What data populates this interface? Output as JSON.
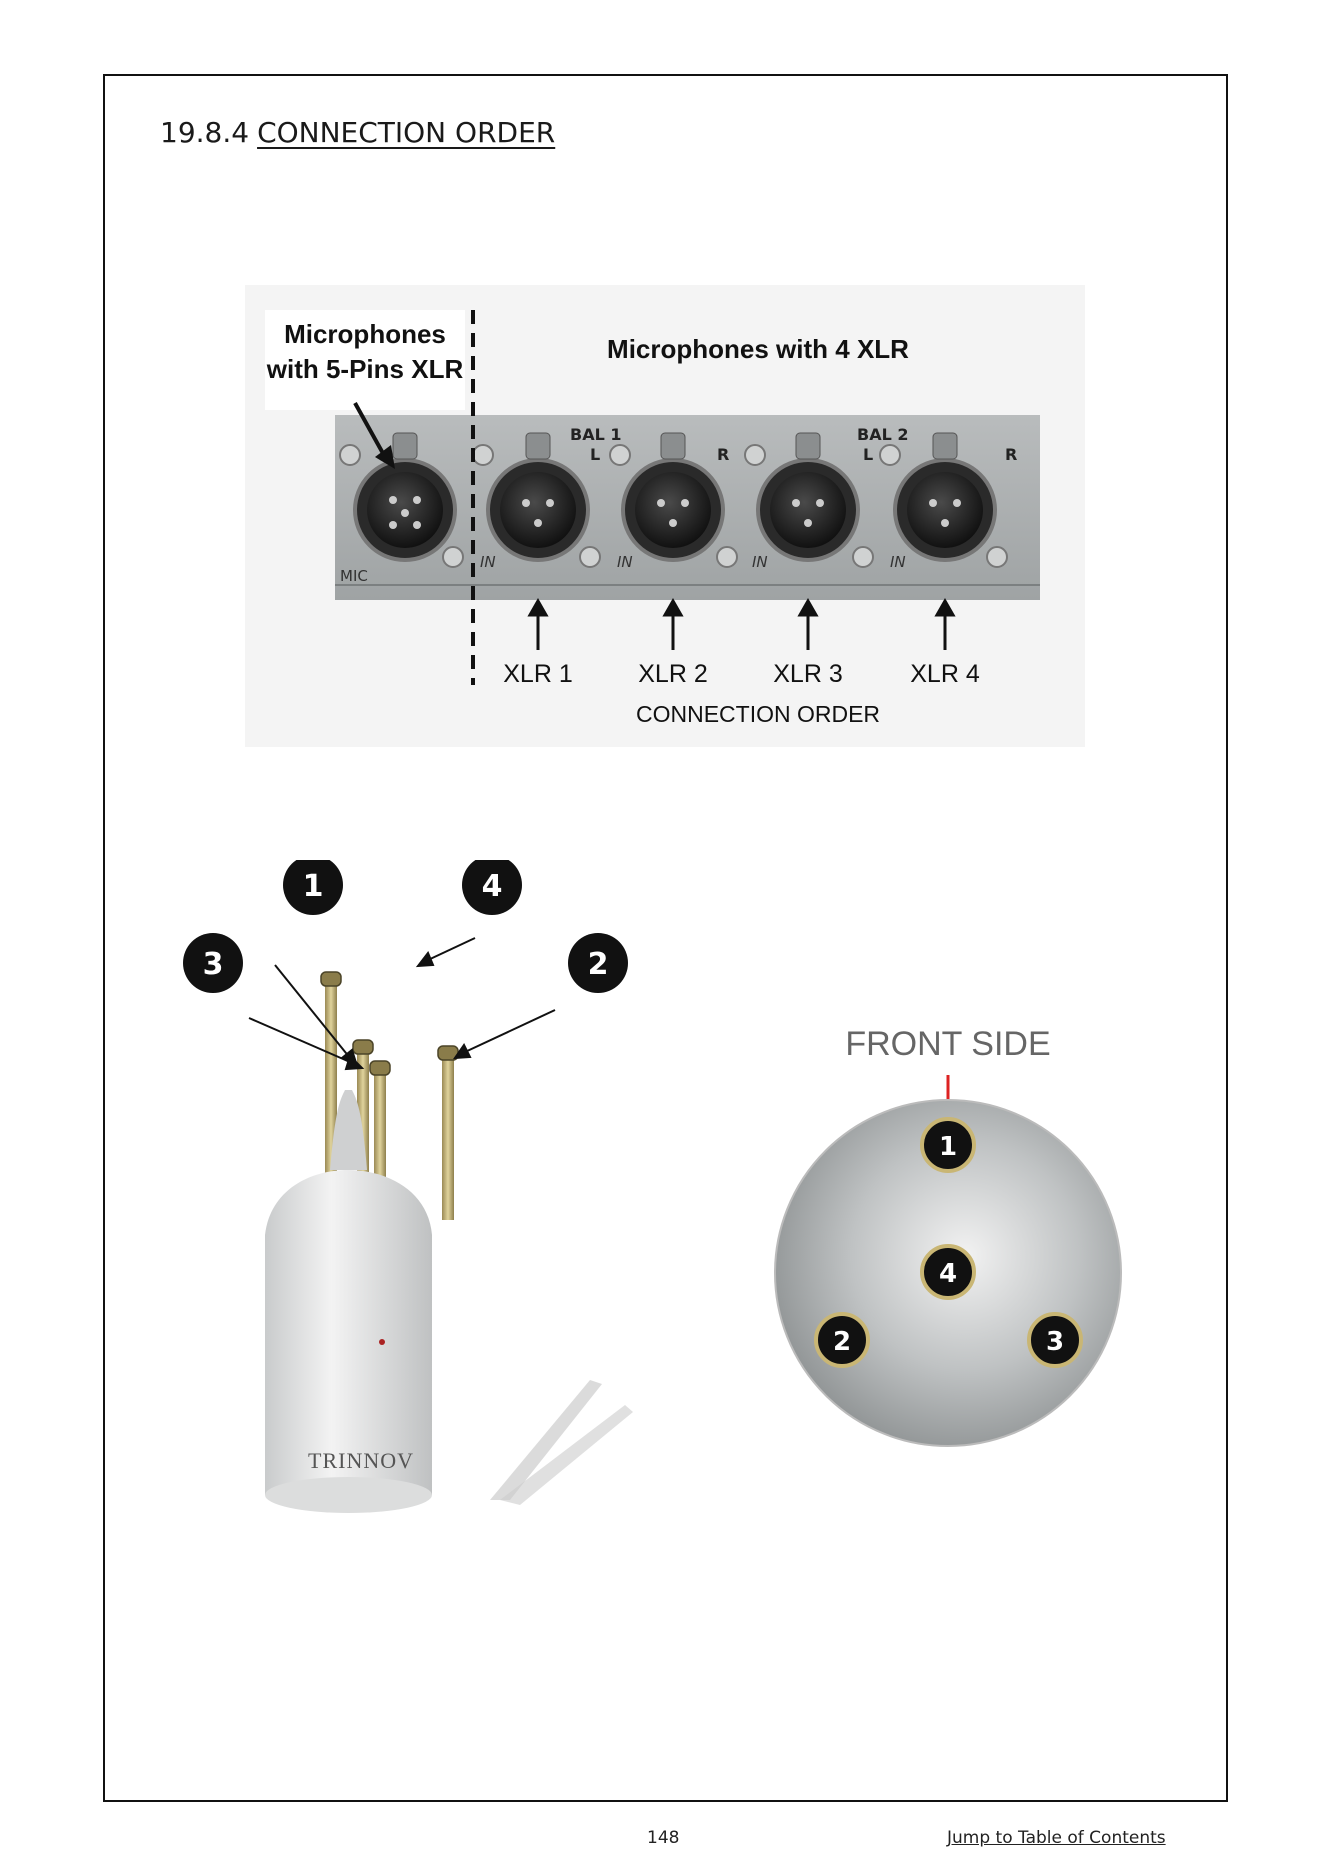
{
  "section": {
    "number": "19.8.4",
    "title": "CONNECTION ORDER"
  },
  "panel_figure": {
    "left_label_line1": "Microphones",
    "left_label_line2": "with 5-Pins XLR",
    "right_label": "Microphones with 4 XLR",
    "bal1": "BAL 1",
    "bal2": "BAL 2",
    "l": "L",
    "r": "R",
    "in": "IN",
    "mic": "MIC",
    "xlr_labels": [
      "XLR 1",
      "XLR 2",
      "XLR 3",
      "XLR 4"
    ],
    "caption": "CONNECTION ORDER"
  },
  "mic_figure": {
    "badges": [
      "1",
      "4",
      "3",
      "2"
    ],
    "brand": "TRINNOV"
  },
  "top_view": {
    "label": "FRONT SIDE",
    "positions": [
      "1",
      "4",
      "2",
      "3"
    ]
  },
  "footer": {
    "page_number": "148",
    "toc_link": "Jump to Table of Contents"
  }
}
